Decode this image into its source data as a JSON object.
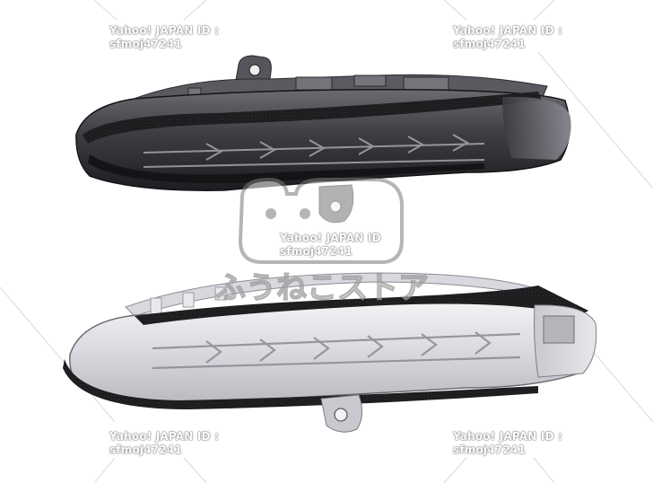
{
  "image": {
    "subject": "Two views of an LED sequential turn signal lens for a side mirror",
    "background_color": "#ffffff"
  },
  "watermarks": [
    {
      "line1": "Yahoo! JAPAN ID :",
      "line2": "sfmoj47241"
    },
    {
      "line1": "Yahoo! JAPAN ID :",
      "line2": "sfmoj47241"
    },
    {
      "line1": "Yahoo! JAPAN ID",
      "line2": "sfmoj47241"
    },
    {
      "line1": "Yahoo! JAPAN ID :",
      "line2": "sfmoj47241"
    },
    {
      "line1": "Yahoo! JAPAN ID :",
      "line2": "sfmoj47241"
    }
  ],
  "store_logo_text": "ふうねこストア"
}
